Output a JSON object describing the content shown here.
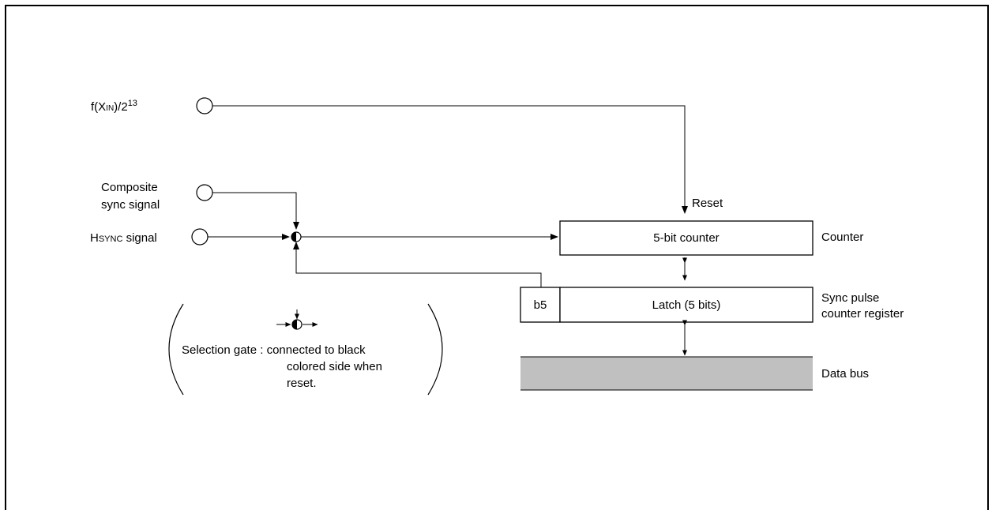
{
  "inputs": {
    "fxin_prefix": "f(X",
    "fxin_sub": "IN",
    "fxin_mid": ")/2",
    "fxin_exp": "13",
    "composite_line1": "Composite",
    "composite_line2": "sync signal",
    "hsync_h": "H",
    "hsync_sync": "SYNC",
    "hsync_rest": " signal"
  },
  "blocks": {
    "counter_label": "5-bit counter",
    "latch_label": "Latch (5 bits)",
    "b5_label": "b5",
    "reset_label": "Reset"
  },
  "right_labels": {
    "counter": "Counter",
    "sync_line1": "Sync pulse",
    "sync_line2": "counter register",
    "data_bus": "Data bus"
  },
  "legend": {
    "line1": "Selection gate : connected to black",
    "line2": "colored side when",
    "line3": "reset."
  },
  "colors": {
    "data_bus_fill": "#c0c0c0",
    "line": "#000000"
  }
}
